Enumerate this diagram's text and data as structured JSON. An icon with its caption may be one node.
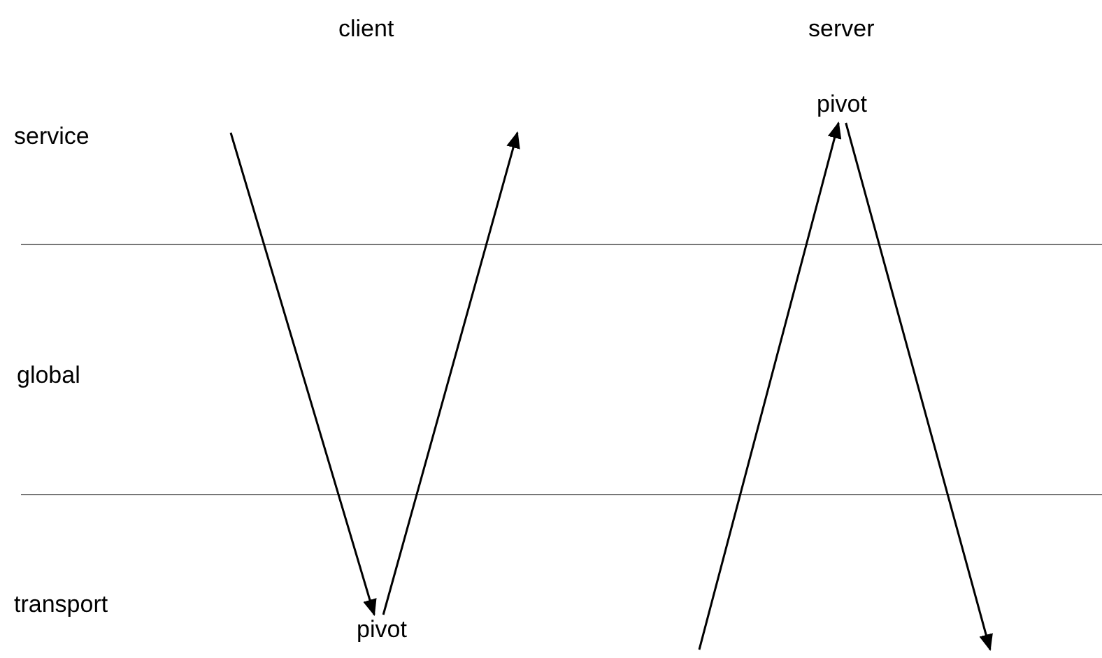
{
  "diagram": {
    "nodes": [
      {
        "text": [
          "pivot"
        ]
      },
      {
        "text": [
          "pivot"
        ]
      }
    ],
    "edges": [
      {
        "from": null,
        "to": 1,
        "arrow": "to"
      },
      {
        "from": 1,
        "to": null,
        "arrow": "to"
      },
      {
        "from": null,
        "to": 0,
        "arrow": "to"
      },
      {
        "from": 0,
        "to": null,
        "arrow": "to"
      }
    ],
    "labels": [
      "client",
      "server",
      "service",
      "global",
      "transport"
    ]
  }
}
